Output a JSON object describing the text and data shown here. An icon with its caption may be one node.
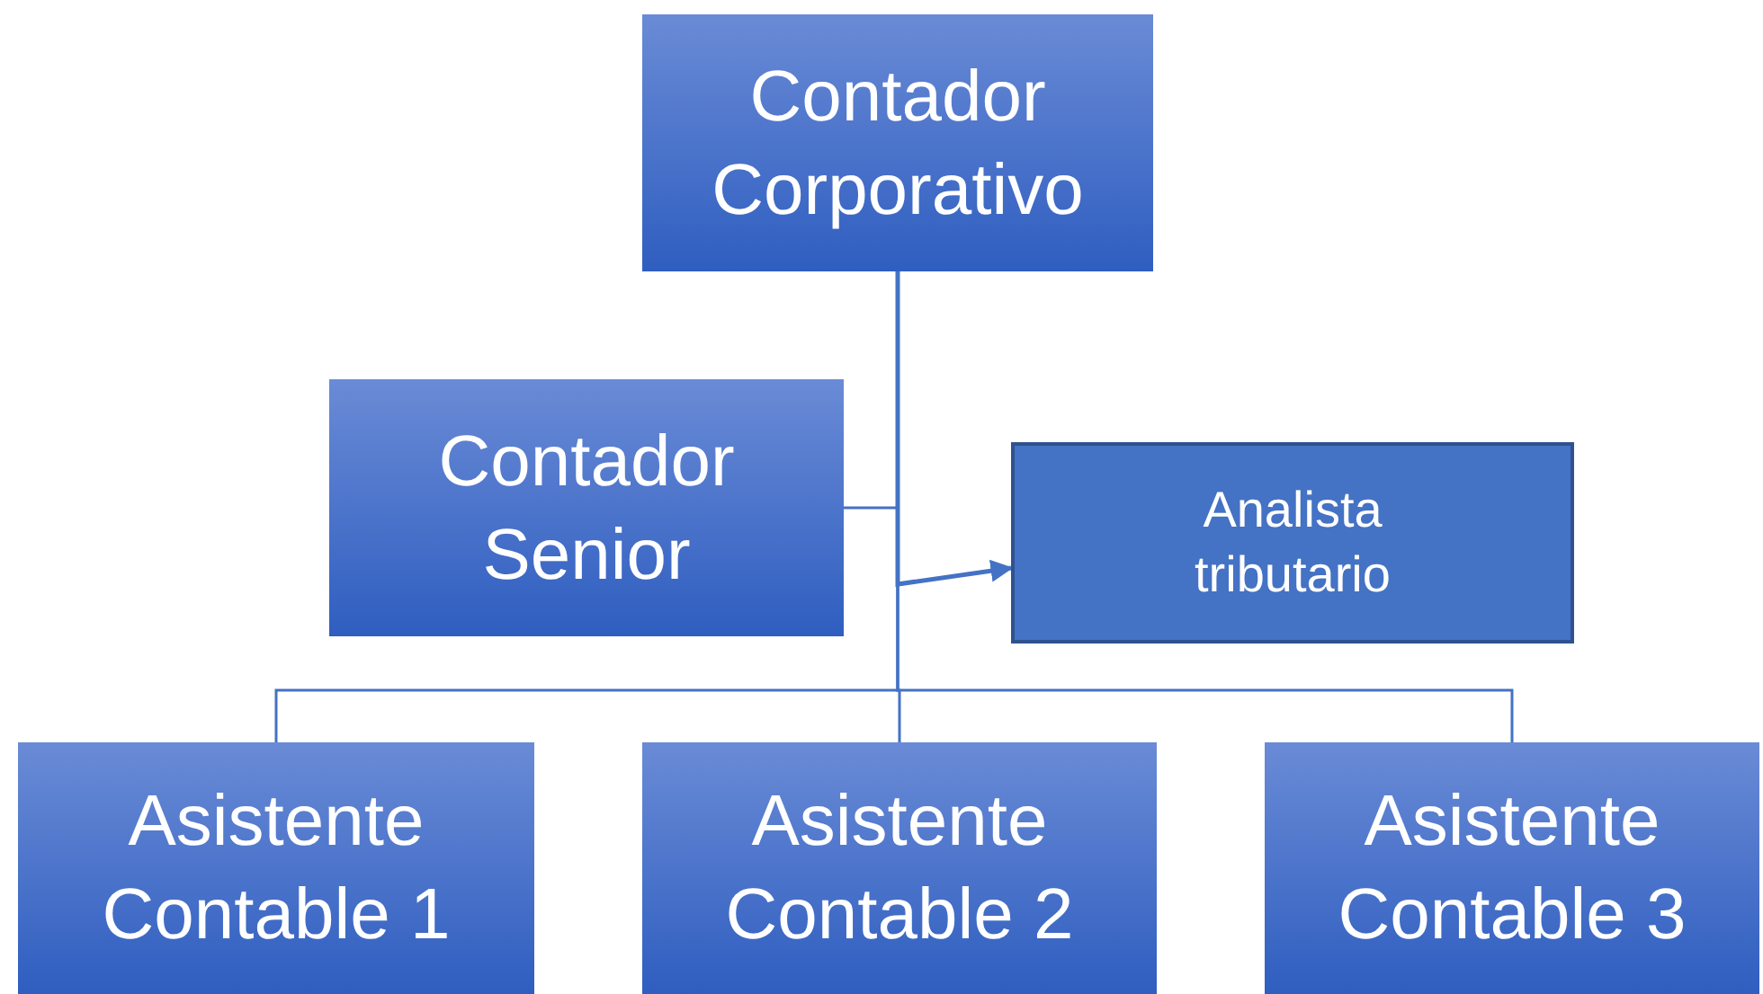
{
  "diagram": {
    "nodes": [
      {
        "text": [
          "Contador Corporativo"
        ]
      },
      {
        "text": [
          "Contador Senior"
        ]
      },
      {
        "text": [
          "Analista tributario"
        ]
      },
      {
        "text": [
          "Asistente Contable 1"
        ]
      },
      {
        "text": [
          "Asistente Contable 2"
        ]
      },
      {
        "text": [
          "Asistente Contable 3"
        ]
      }
    ],
    "edges": [
      {
        "from": 0,
        "to": 1,
        "arrow": "none"
      },
      {
        "from": 0,
        "to": 2,
        "arrow": "to"
      },
      {
        "from": 0,
        "to": 3,
        "arrow": "none"
      },
      {
        "from": 0,
        "to": 4,
        "arrow": "none"
      },
      {
        "from": 0,
        "to": 5,
        "arrow": "none"
      }
    ]
  }
}
